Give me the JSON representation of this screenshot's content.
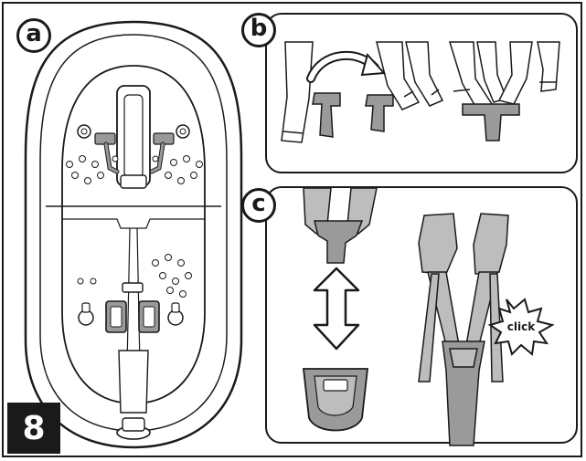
{
  "figure": {
    "step_number": "8",
    "panels": [
      {
        "label": "a"
      },
      {
        "label": "b"
      },
      {
        "label": "c",
        "callout": "click"
      }
    ]
  },
  "colors": {
    "line": "#1a1a1a",
    "strap_fill": "#bdbdbd",
    "buckle_fill": "#9a9a9a",
    "background": "#ffffff"
  },
  "icons": {
    "arrow_swap": "curved-arrow-icon",
    "arrow_updown": "double-arrow-icon",
    "callout_burst": "starburst-icon"
  }
}
